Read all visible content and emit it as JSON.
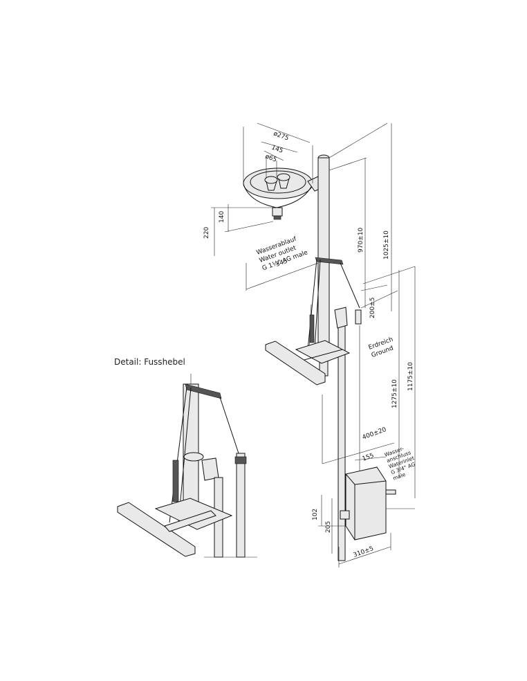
{
  "detail_title": "Detail: Fusshebel",
  "dimensions": {
    "bowl_diameter": "ø275",
    "head_spacing": "145",
    "head_diameter": "ø65",
    "outlet_height_220": "220",
    "outlet_height_140": "140",
    "bowl_offset": "345",
    "height_970": "970±10",
    "height_1025": "1025±10",
    "ground_depth": "200±5",
    "height_1275": "1275±10",
    "height_1175": "1175±10",
    "depth_400": "400±20",
    "box_width": "155",
    "box_102": "102",
    "box_205": "205",
    "base_width": "310±5"
  },
  "labels": {
    "outlet": [
      "Wasserablauf",
      "Water outlet",
      "G 1¼\" AG male"
    ],
    "ground": [
      "Erdreich",
      "Ground"
    ],
    "inlet": [
      "Wasser-",
      "anschluss",
      "Waterinlet",
      "G 3/4\" AG",
      "male"
    ]
  }
}
